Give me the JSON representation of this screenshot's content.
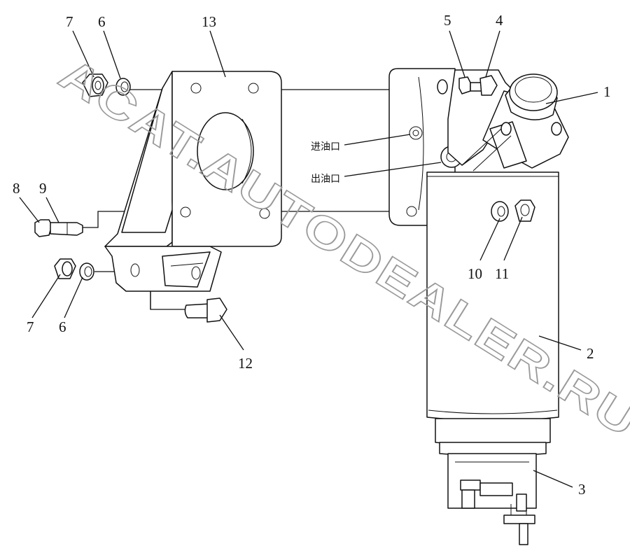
{
  "callouts": {
    "c1": "1",
    "c2": "2",
    "c3": "3",
    "c4": "4",
    "c5": "5",
    "c6a": "6",
    "c6b": "6",
    "c7a": "7",
    "c7b": "7",
    "c8": "8",
    "c9": "9",
    "c10": "10",
    "c11": "11",
    "c12": "12",
    "c13": "13"
  },
  "port_labels": {
    "inlet": "进油口",
    "outlet": "出油口"
  },
  "watermark": "ACAT.AUTODEALER.RU"
}
